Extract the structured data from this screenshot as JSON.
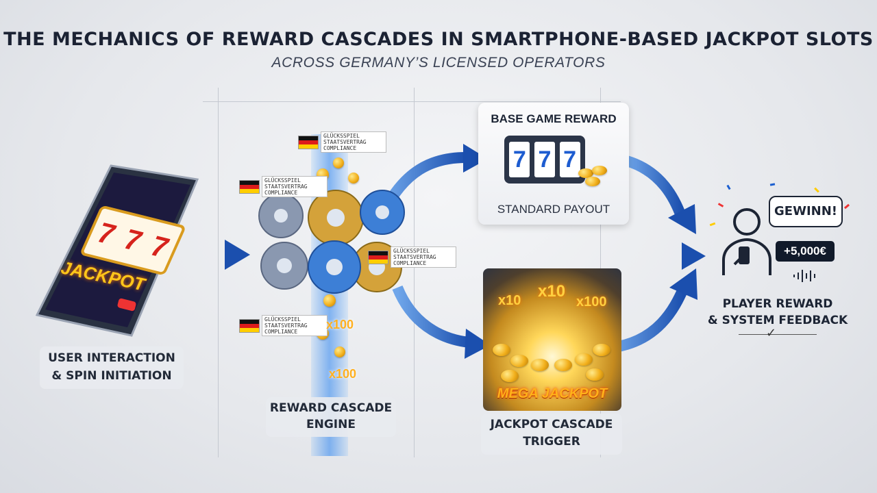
{
  "header": {
    "title": "THE MECHANICS OF REWARD CASCADES IN SMARTPHONE-BASED JACKPOT SLOTS",
    "subtitle": "ACROSS GERMANY’S LICENSED OPERATORS"
  },
  "phone": {
    "reel_symbols": [
      "7",
      "7",
      "7"
    ],
    "banner": "JACKPOT",
    "label_line1": "USER INTERACTION",
    "label_line2": "& SPIN INITIATION"
  },
  "engine": {
    "compliance_tag": "GLÜCKSSPIEL STAATSVERTRAG COMPLIANCE",
    "multiplier_1": "x100",
    "multiplier_2": "x100",
    "label_line1": "REWARD CASCADE",
    "label_line2": "ENGINE"
  },
  "base_game": {
    "title": "BASE GAME REWARD",
    "reels": [
      "7",
      "7",
      "7"
    ],
    "caption": "STANDARD PAYOUT"
  },
  "jackpot": {
    "multipliers": [
      "x10",
      "x10",
      "x100"
    ],
    "banner": "MEGA JACKPOT",
    "label_line1": "JACKPOT CASCADE",
    "label_line2": "TRIGGER"
  },
  "player": {
    "speech": "GEWINN!",
    "amount": "+5,000€",
    "label_line1": "PLAYER REWARD",
    "label_line2": "& SYSTEM FEEDBACK",
    "check": "✓"
  },
  "colors": {
    "arrow_blue": "#1f56b8",
    "gold": "#f2b01c",
    "accent_orange": "#ff8a1a"
  }
}
